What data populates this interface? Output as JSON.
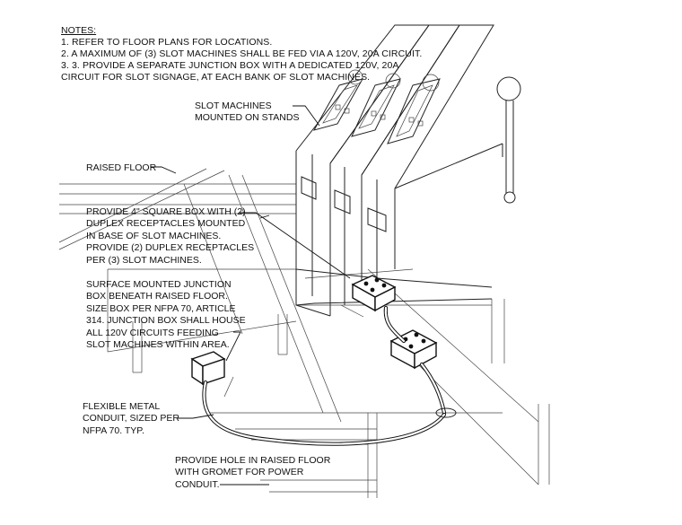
{
  "notes": {
    "title": "NOTES:",
    "items": [
      "1.   REFER TO FLOOR PLANS FOR LOCATIONS.",
      "2.   A MAXIMUM OF (3) SLOT MACHINES SHALL BE FED VIA A 120V, 20A CIRCUIT.",
      "3.   3. PROVIDE A SEPARATE JUNCTION BOX WITH A DEDICATED 120V, 20A",
      "       CIRCUIT FOR SLOT SIGNAGE, AT EACH BANK OF SLOT MACHINES."
    ]
  },
  "labels": {
    "slot_machines": [
      "SLOT MACHINES",
      "MOUNTED ON STANDS"
    ],
    "raised_floor": "RAISED FLOOR",
    "square_box": [
      "PROVIDE 4\" SQUARE BOX WITH (2)",
      "DUPLEX RECEPTACLES MOUNTED",
      "IN BASE OF SLOT MACHINES.",
      "PROVIDE (2) DUPLEX RECEPTACLES",
      "PER (3) SLOT MACHINES."
    ],
    "junction_box": [
      "SURFACE MOUNTED JUNCTION",
      "BOX BENEATH RAISED FLOOR.",
      "SIZE BOX PER NFPA 70, ARTICLE",
      "314. JUNCTION BOX SHALL HOUSE",
      "ALL 120V CIRCUITS FEEDING",
      "SLOT MACHINES WITHIN AREA."
    ],
    "flexible_conduit": [
      "FLEXIBLE METAL",
      "CONDUIT, SIZED PER",
      "NFPA 70. TYP."
    ],
    "hole_in_floor": [
      "PROVIDE HOLE IN RAISED FLOOR",
      "WITH GROMET FOR POWER",
      "CONDUIT."
    ]
  }
}
